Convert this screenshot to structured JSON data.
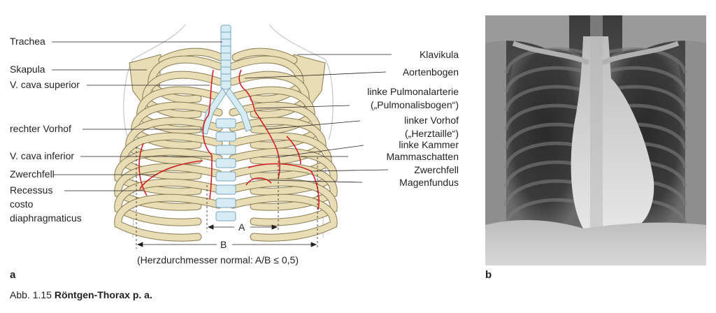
{
  "panel_a": {
    "letter": "a",
    "labels_left": {
      "trachea": "Trachea",
      "skapula": "Skapula",
      "vcs": "V. cava superior",
      "rvorhof": "rechter Vorhof",
      "vci": "V. cava inferior",
      "zwerchfell": "Zwerchfell",
      "recessus_1": "Recessus",
      "recessus_2": "costo",
      "recessus_3": "diaphragmaticus"
    },
    "labels_right": {
      "klavikula": "Klavikula",
      "aortenbogen": "Aortenbogen",
      "pulm_1": "linke Pulmonalarterie",
      "pulm_2": "(„Pulmonalisbogen“)",
      "lvorhof_1": "linker Vorhof",
      "lvorhof_2": "(„Herztaille“)",
      "lkammer": "linke Kammer",
      "mamma": "Mammaschatten",
      "zwerchfell": "Zwerchfell",
      "magen": "Magenfundus"
    },
    "measure_a": "A",
    "measure_b": "B",
    "note": "(Herzdurchmesser normal: A/B ≤ 0,5)"
  },
  "panel_b": {
    "letter": "b"
  },
  "caption": {
    "prefix": "Abb. 1.15",
    "title": "Röntgen-Thorax p.  a."
  },
  "colors": {
    "bone": "#e8ddb5",
    "vessel": "#d7ebf3",
    "heart_line": "#d32027",
    "leader": "#231f20"
  }
}
